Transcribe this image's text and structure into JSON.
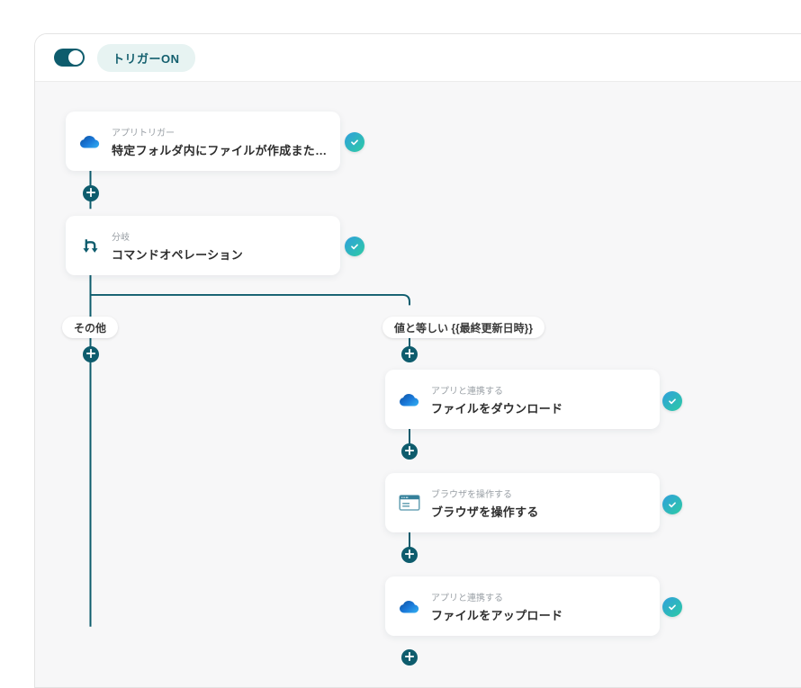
{
  "header": {
    "trigger_badge": "トリガーON",
    "toggle_state": "on"
  },
  "colors": {
    "teal": "#0e5c6d",
    "canvas_bg": "#f7f7f8",
    "badge_bg": "#e7f3f2",
    "badge_text": "#135f6e",
    "check_gradient_start": "#2f9fdc",
    "check_gradient_end": "#2ecba4"
  },
  "flow": {
    "nodes": [
      {
        "category": "アプリトリガー",
        "title": "特定フォルダ内にファイルが作成また…",
        "icon": "onedrive-icon",
        "status": "success"
      },
      {
        "category": "分岐",
        "title": "コマンドオペレーション",
        "icon": "branch-icon",
        "status": "success"
      },
      {
        "category": "アプリと連携する",
        "title": "ファイルをダウンロード",
        "icon": "onedrive-icon",
        "status": "success"
      },
      {
        "category": "ブラウザを操作する",
        "title": "ブラウザを操作する",
        "icon": "browser-icon",
        "status": "success"
      },
      {
        "category": "アプリと連携する",
        "title": "ファイルをアップロード",
        "icon": "onedrive-icon",
        "status": "success"
      }
    ],
    "branch_labels": [
      {
        "label": "その他"
      },
      {
        "label": "値と等しい {{最終更新日時}}"
      }
    ]
  }
}
